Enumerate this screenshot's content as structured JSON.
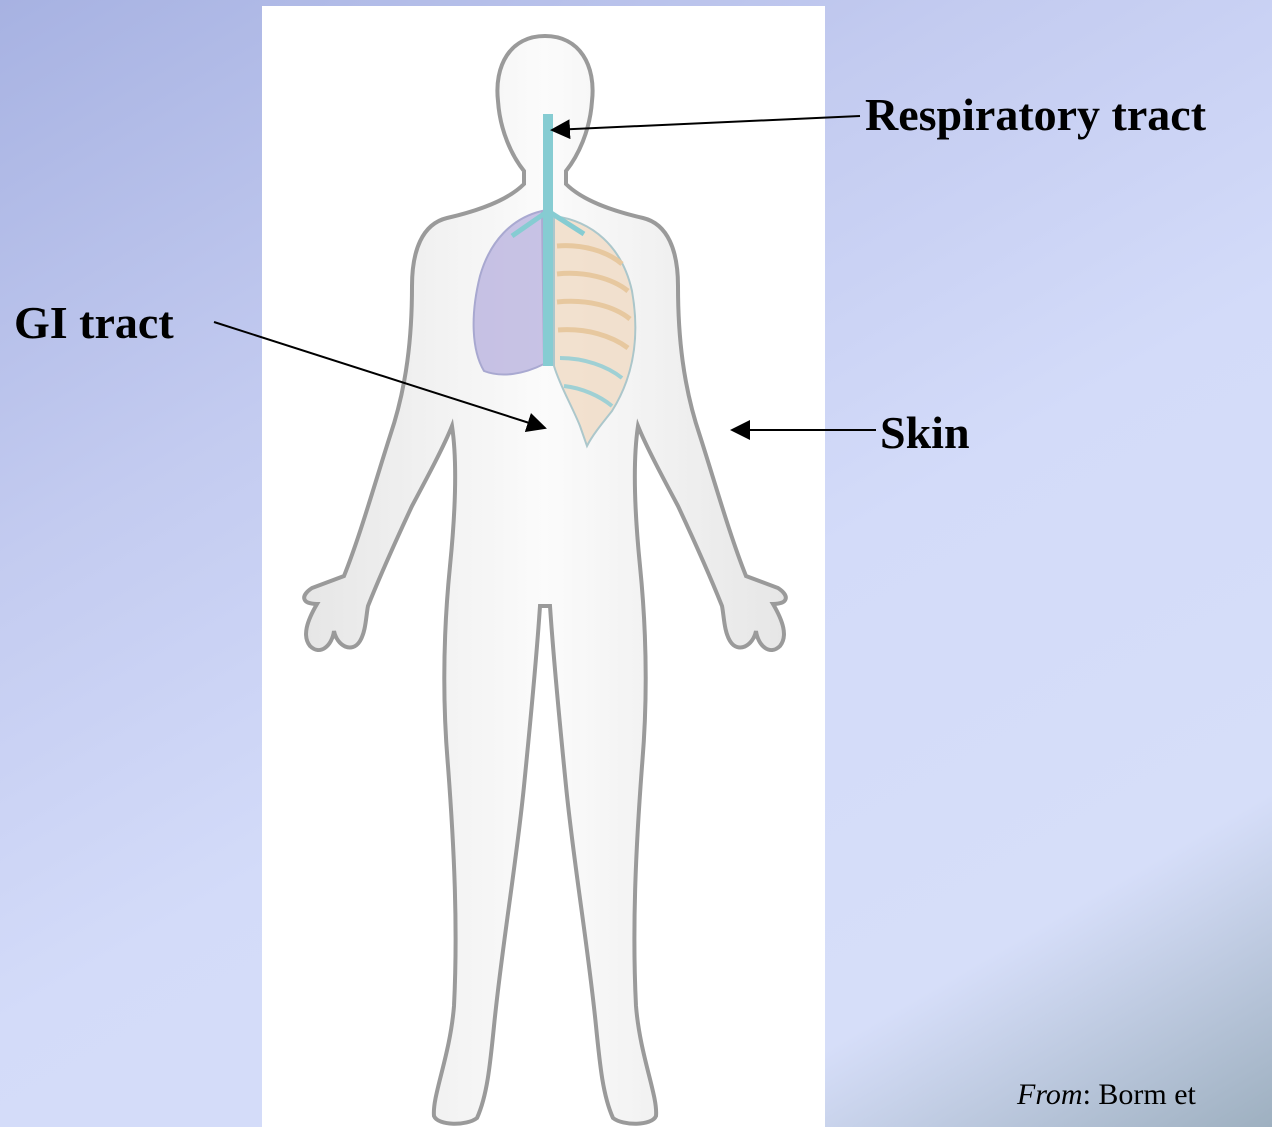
{
  "labels": {
    "respiratory": "Respiratory tract",
    "gi": "GI tract",
    "skin": "Skin"
  },
  "source": {
    "prefix": "From",
    "text": ": Borm et"
  },
  "colors": {
    "body_outline": "#9a9a9a",
    "body_fill": "#f4f4f4",
    "trachea": "#7fc6cc",
    "lung_left": "#a9a2d6",
    "ribs": "#d9b08c",
    "arrow": "#000000"
  },
  "icons": [
    "human-body-figure",
    "lungs-icon",
    "trachea-icon",
    "ribcage-icon"
  ]
}
